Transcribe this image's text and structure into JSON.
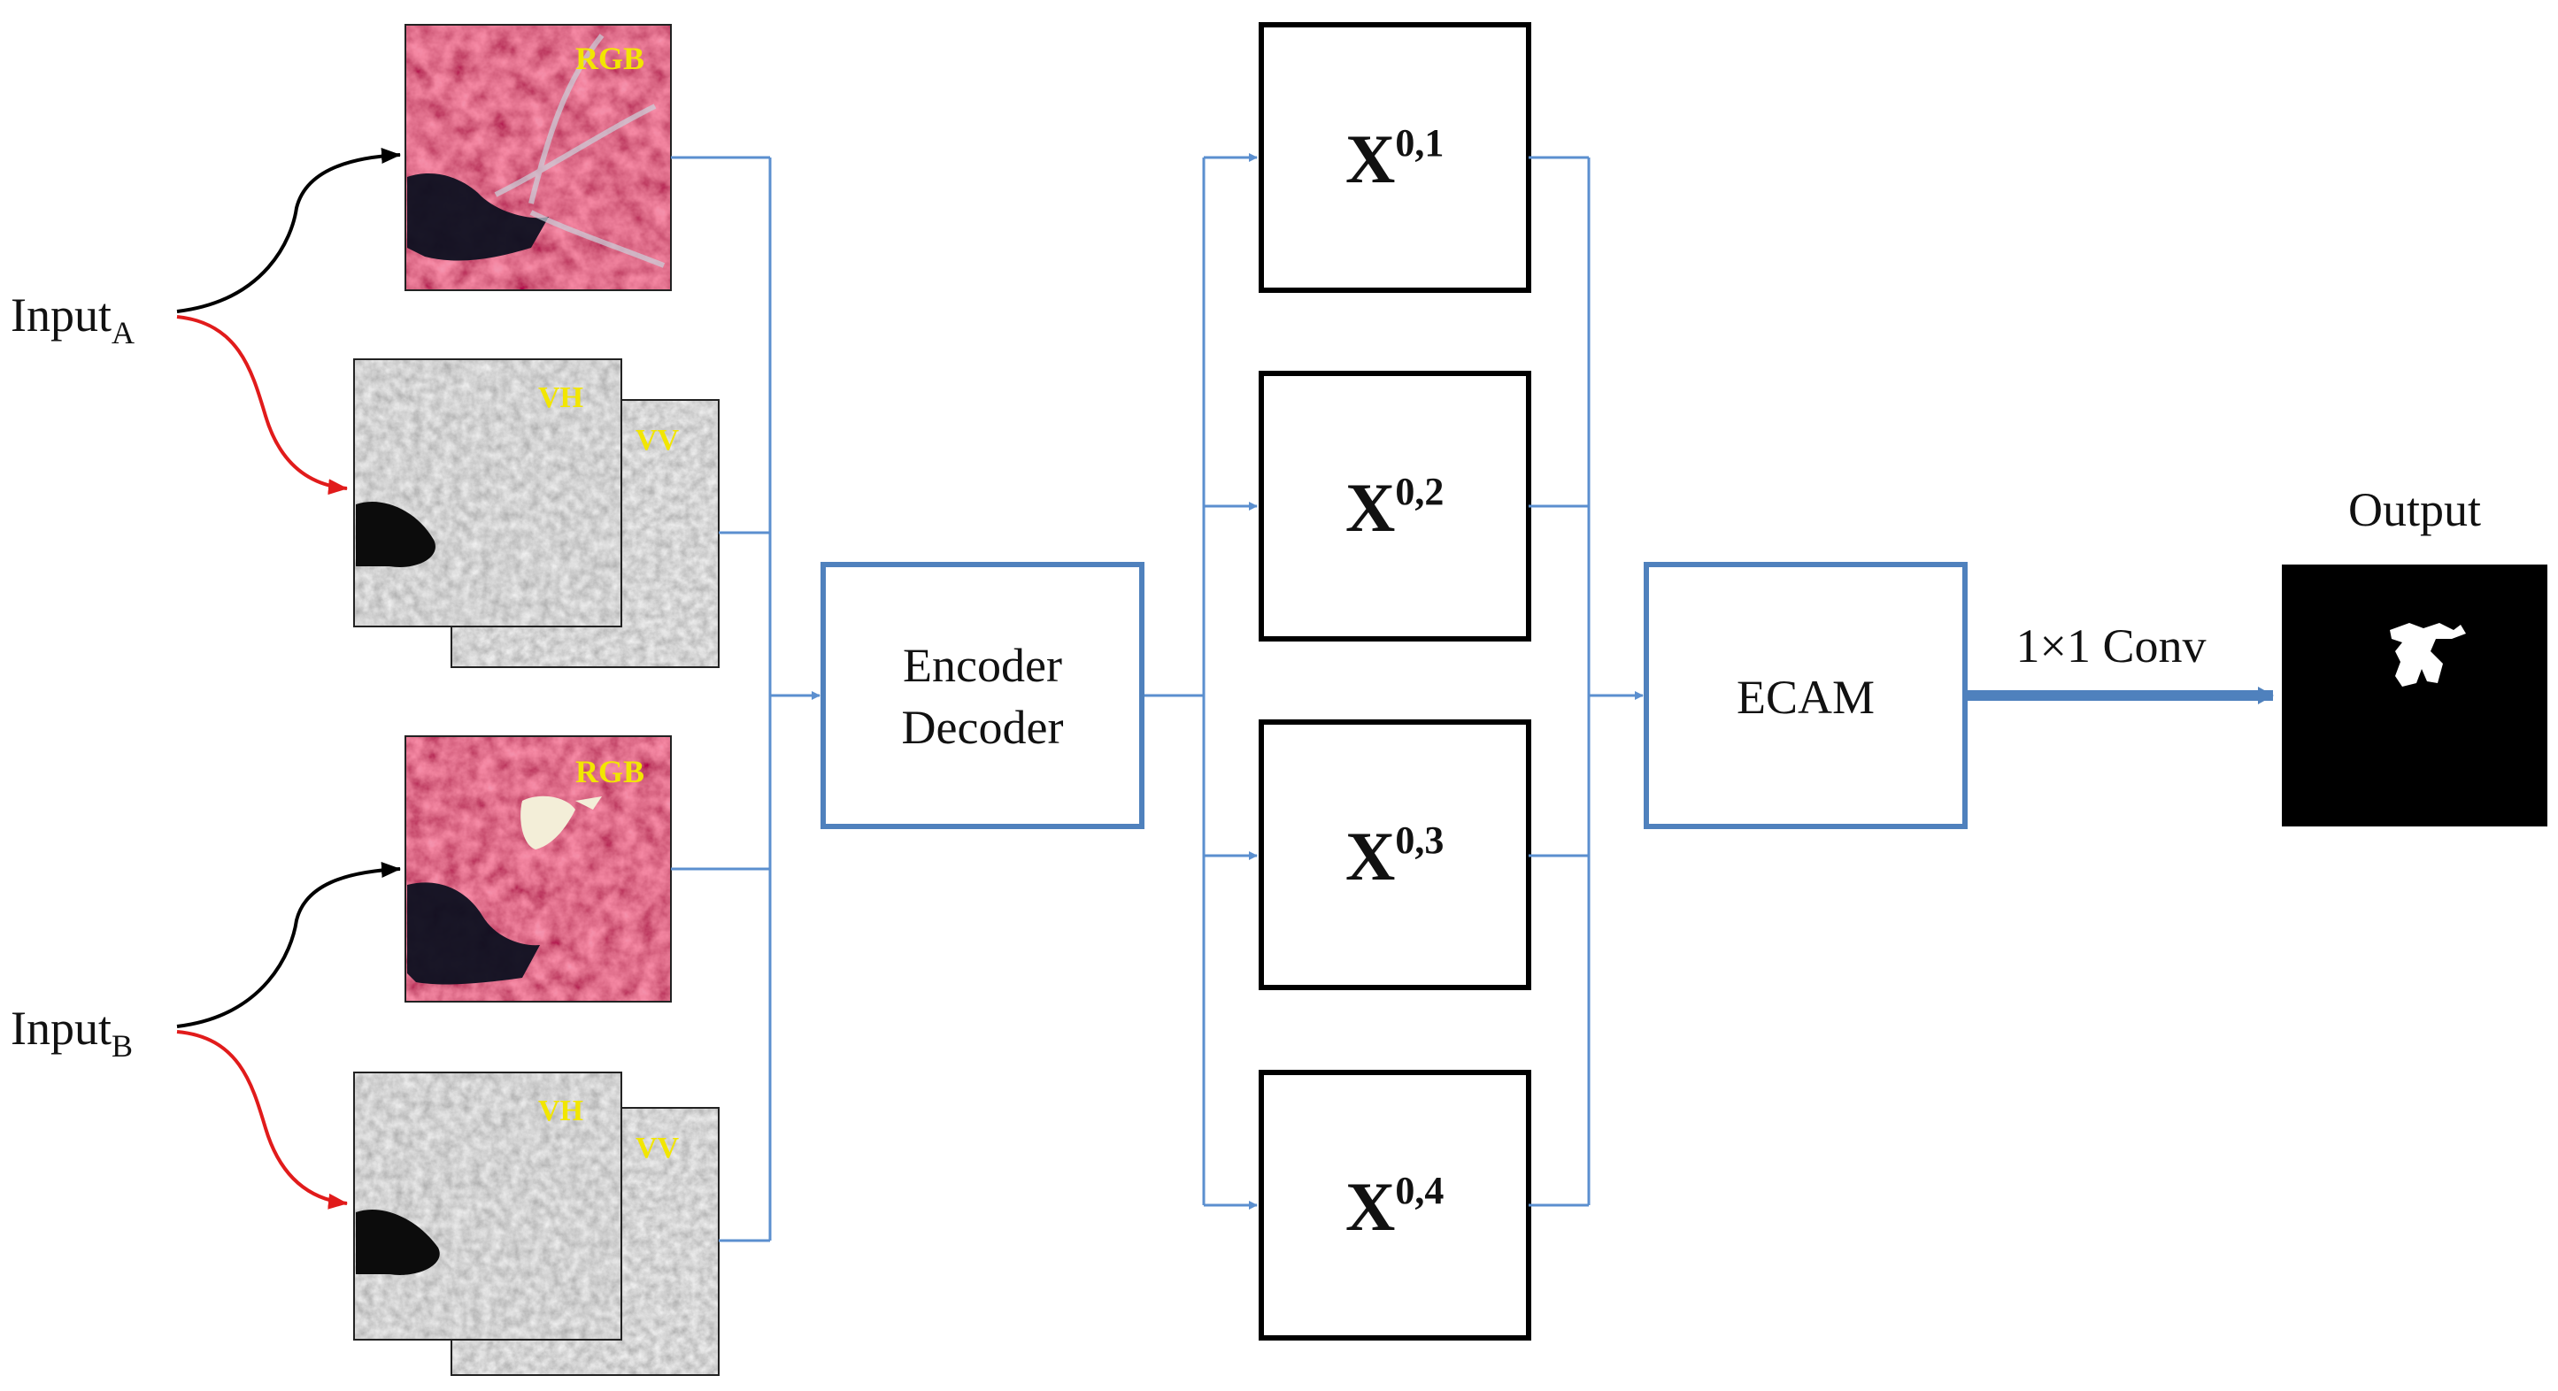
{
  "inputs": [
    {
      "name": "Input",
      "subscript": "A",
      "optical": {
        "band_label": "RGB"
      },
      "sar": {
        "front_label": "VH",
        "back_label": "VV"
      }
    },
    {
      "name": "Input",
      "subscript": "B",
      "optical": {
        "band_label": "RGB"
      },
      "sar": {
        "front_label": "VH",
        "back_label": "VV"
      }
    }
  ],
  "encoder_decoder": {
    "line1": "Encoder",
    "line2": "Decoder"
  },
  "nodes": [
    {
      "base": "X",
      "sup": "0,1"
    },
    {
      "base": "X",
      "sup": "0,2"
    },
    {
      "base": "X",
      "sup": "0,3"
    },
    {
      "base": "X",
      "sup": "0,4"
    }
  ],
  "ecam": {
    "label": "ECAM"
  },
  "conv": {
    "label": "1×1 Conv"
  },
  "output": {
    "label": "Output"
  },
  "colors": {
    "box_blue": "#4f81bd",
    "line_blue": "#5b8fcf",
    "optical_red": "#b8283f",
    "sar_gray": "#a9a9a9",
    "yellow_label": "#f2e600",
    "arrow_black": "#000000",
    "arrow_red": "#e11b1b"
  }
}
